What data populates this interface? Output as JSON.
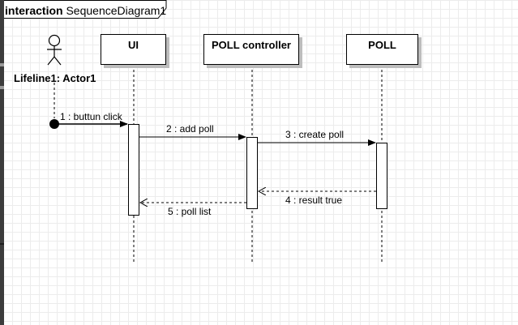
{
  "frame": {
    "keyword": "interaction",
    "name": "SequenceDiagram1"
  },
  "actor": {
    "name": "Lifeline1: Actor1"
  },
  "lifelines": [
    {
      "label": "UI"
    },
    {
      "label": "POLL controller"
    },
    {
      "label": "POLL"
    }
  ],
  "messages": [
    {
      "label": "1 : buttun click",
      "kind": "sync"
    },
    {
      "label": "2 : add poll",
      "kind": "sync"
    },
    {
      "label": "3 : create poll",
      "kind": "sync"
    },
    {
      "label": "4 : result true",
      "kind": "reply"
    },
    {
      "label": "5 : poll list",
      "kind": "reply"
    }
  ],
  "colors": {
    "stroke": "#000000",
    "shadow": "#bdbdbd",
    "grid": "#ececec"
  }
}
